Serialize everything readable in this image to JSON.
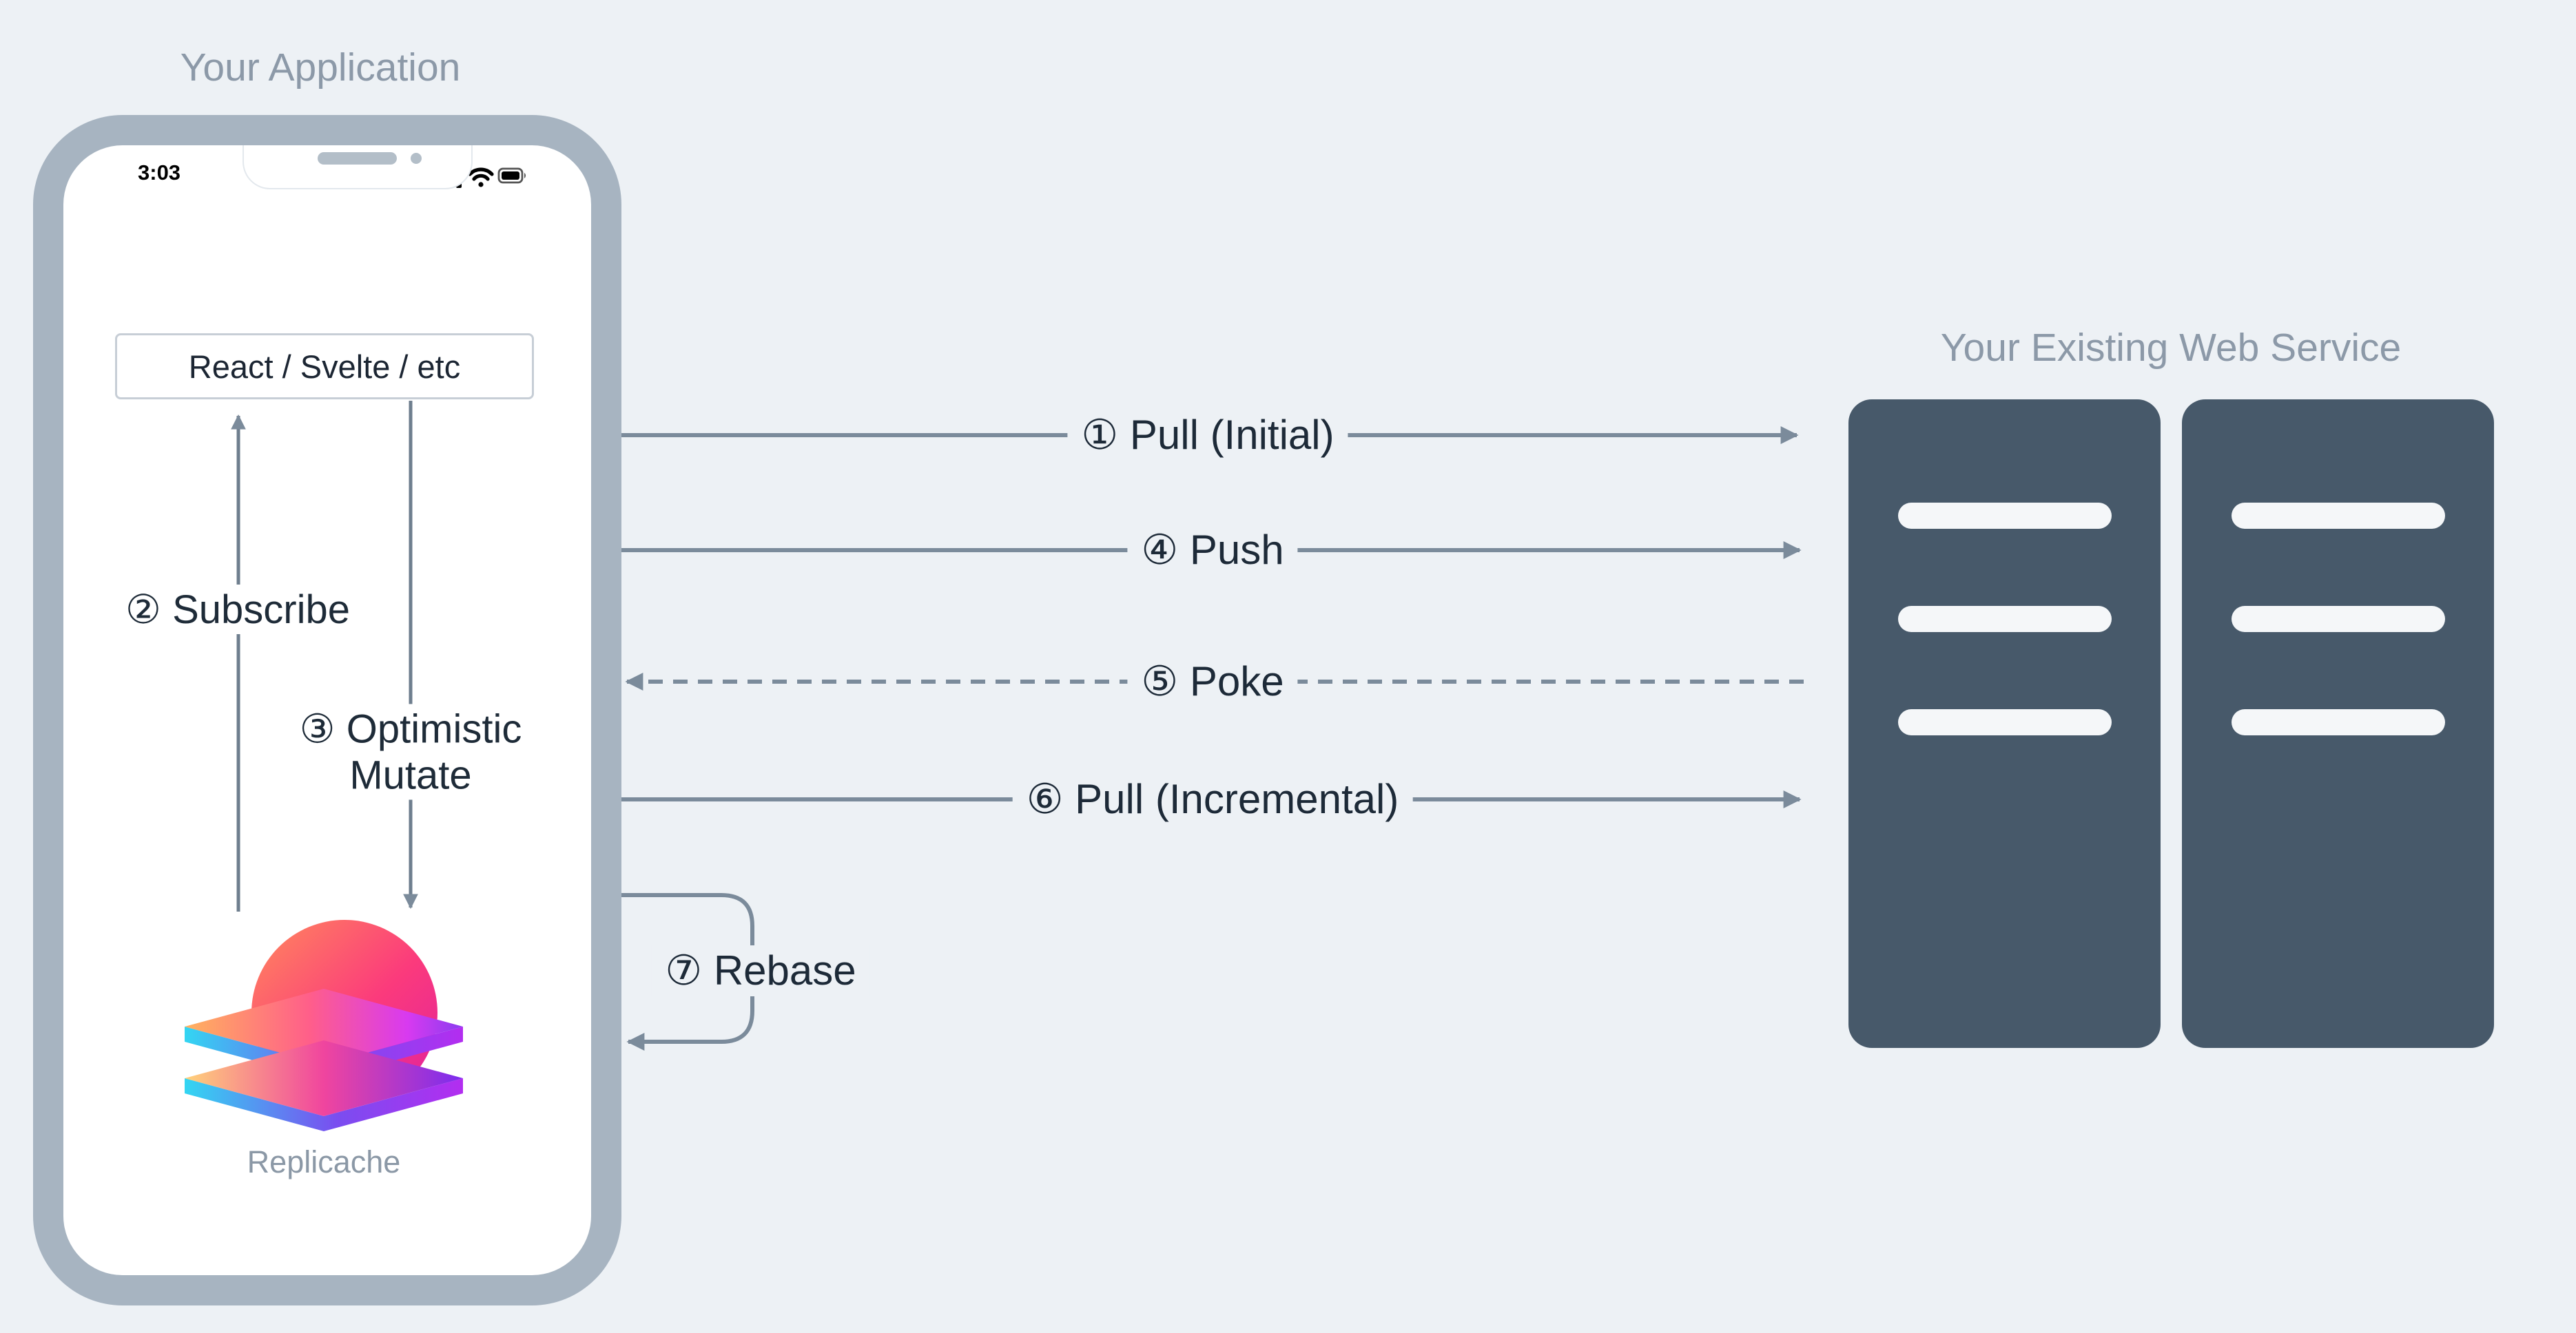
{
  "titles": {
    "application": "Your Application",
    "service": "Your Existing Web Service"
  },
  "phone": {
    "status_time": "3:03",
    "status_icons": [
      "cellular-signal",
      "wifi",
      "battery"
    ],
    "framework_box": "React / Svelte / etc",
    "logo_label": "Replicache",
    "internal_arrows": {
      "subscribe": "② Subscribe",
      "optimistic_line1": "③ Optimistic",
      "optimistic_line2": "Mutate"
    }
  },
  "connectors": [
    {
      "id": "pull-initial",
      "label": "① Pull (Initial)",
      "direction": "left-to-right",
      "style": "solid"
    },
    {
      "id": "push",
      "label": "④ Push",
      "direction": "left-to-right",
      "style": "solid"
    },
    {
      "id": "poke",
      "label": "⑤ Poke",
      "direction": "right-to-left",
      "style": "dashed"
    },
    {
      "id": "pull-incremental",
      "label": "⑥ Pull (Incremental)",
      "direction": "left-to-right",
      "style": "solid"
    },
    {
      "id": "rebase",
      "label": "⑦ Rebase",
      "direction": "loop",
      "style": "solid"
    }
  ],
  "servers": {
    "count": 2,
    "slots_per_server": 3
  },
  "colors": {
    "background": "#edf1f5",
    "phone_frame": "#a7b4c1",
    "server": "#47596a",
    "connector": "#7b8b9b",
    "internal_arrow": "#6e7e8e",
    "label_text": "#1d2a38",
    "muted_title": "#8c99a8"
  }
}
